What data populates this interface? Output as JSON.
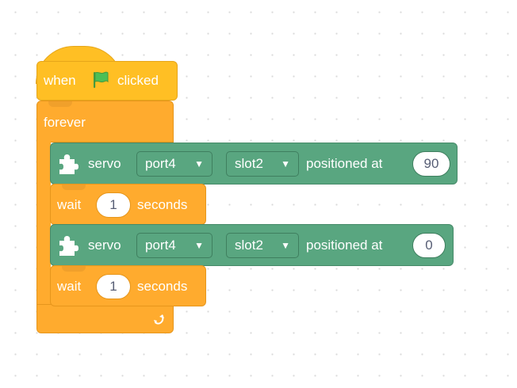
{
  "hat": {
    "when": "when",
    "clicked": "clicked",
    "icon": "green-flag-icon"
  },
  "forever": {
    "label": "forever",
    "loop_icon": "loop-arrow-icon"
  },
  "blocks": [
    {
      "type": "servo",
      "icon": "puzzle-piece-icon",
      "label": "servo",
      "port": "port4",
      "slot": "slot2",
      "suffix": "positioned at",
      "value": "90"
    },
    {
      "type": "wait",
      "label": "wait",
      "value": "1",
      "suffix": "seconds"
    },
    {
      "type": "servo",
      "icon": "puzzle-piece-icon",
      "label": "servo",
      "port": "port4",
      "slot": "slot2",
      "suffix": "positioned at",
      "value": "0"
    },
    {
      "type": "wait",
      "label": "wait",
      "value": "1",
      "suffix": "seconds"
    }
  ],
  "colors": {
    "events": "#ffbf24",
    "control": "#ffab2e",
    "extension": "#59a680",
    "flag": "#4cbf56",
    "background": "#ffffff"
  }
}
